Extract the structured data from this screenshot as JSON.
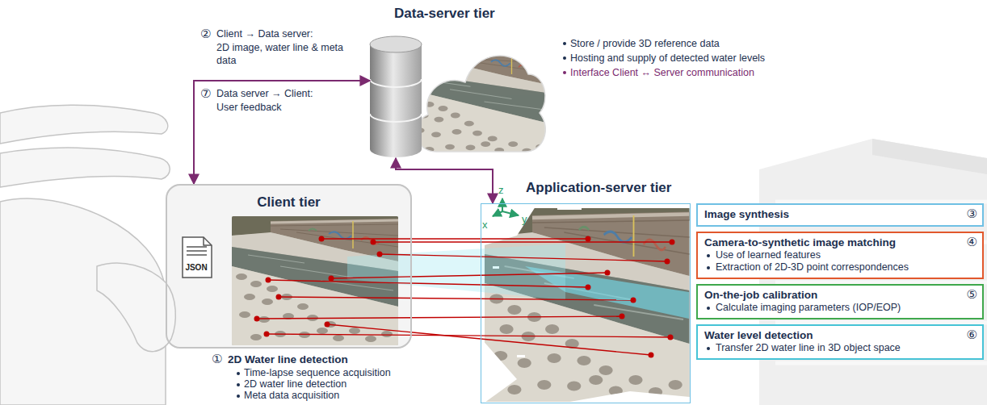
{
  "diagram": {
    "nodes": [
      {
        "text": [
          "Data-server tier"
        ]
      },
      {
        "text": [
          "Client tier"
        ]
      },
      {
        "text": [
          "Application-server tier"
        ]
      },
      {
        "text": [
          "Image synthesis",
          "③"
        ]
      },
      {
        "text": [
          "Camera-to-synthetic image matching",
          "④",
          "Use of learned features",
          "Extraction of 2D-3D point correspondences"
        ]
      },
      {
        "text": [
          "On-the-job calibration",
          "⑤",
          "Calculate imaging parameters (IOP/EOP)"
        ]
      },
      {
        "text": [
          "Water level detection",
          "⑥",
          "Transfer 2D water line in 3D object space"
        ]
      }
    ],
    "edges": [
      {
        "from": 1,
        "to": 0,
        "arrow": "both"
      },
      {
        "from": 0,
        "to": 2,
        "arrow": "both"
      }
    ],
    "labels": [
      "②",
      "Client → Data server:",
      "2D image, water line & meta data",
      "⑦",
      "Data server → Client:",
      "User feedback",
      "Store / provide 3D reference data",
      "Hosting and supply of detected water levels",
      "Interface Client ↔ Server communication",
      "JSON",
      "①",
      "2D Water line detection",
      "Time-lapse sequence acquisition",
      "2D water line detection",
      "Meta data acquisition",
      "z",
      "x",
      "y"
    ]
  }
}
